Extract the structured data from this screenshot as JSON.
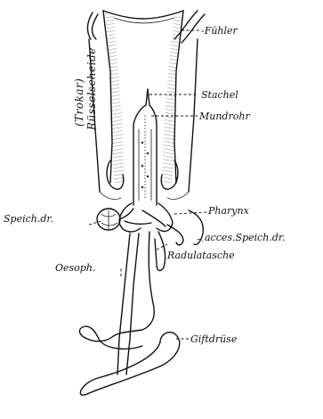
{
  "labels": {
    "fuehler": "-Fühler",
    "trokar": "(Trokar)",
    "ruesselscheide": "Rüsselscheide",
    "stachel": "Stachel",
    "mundrohr": "Mundrohr",
    "pharynx": "Pharynx",
    "speichdr": "Speich.dr.",
    "accesspeichdr": "acces.Speich.dr.",
    "radulatasche": "Radulatasche",
    "oesoph": "Oesoph.",
    "giftdruese": "Giftdrüse"
  }
}
